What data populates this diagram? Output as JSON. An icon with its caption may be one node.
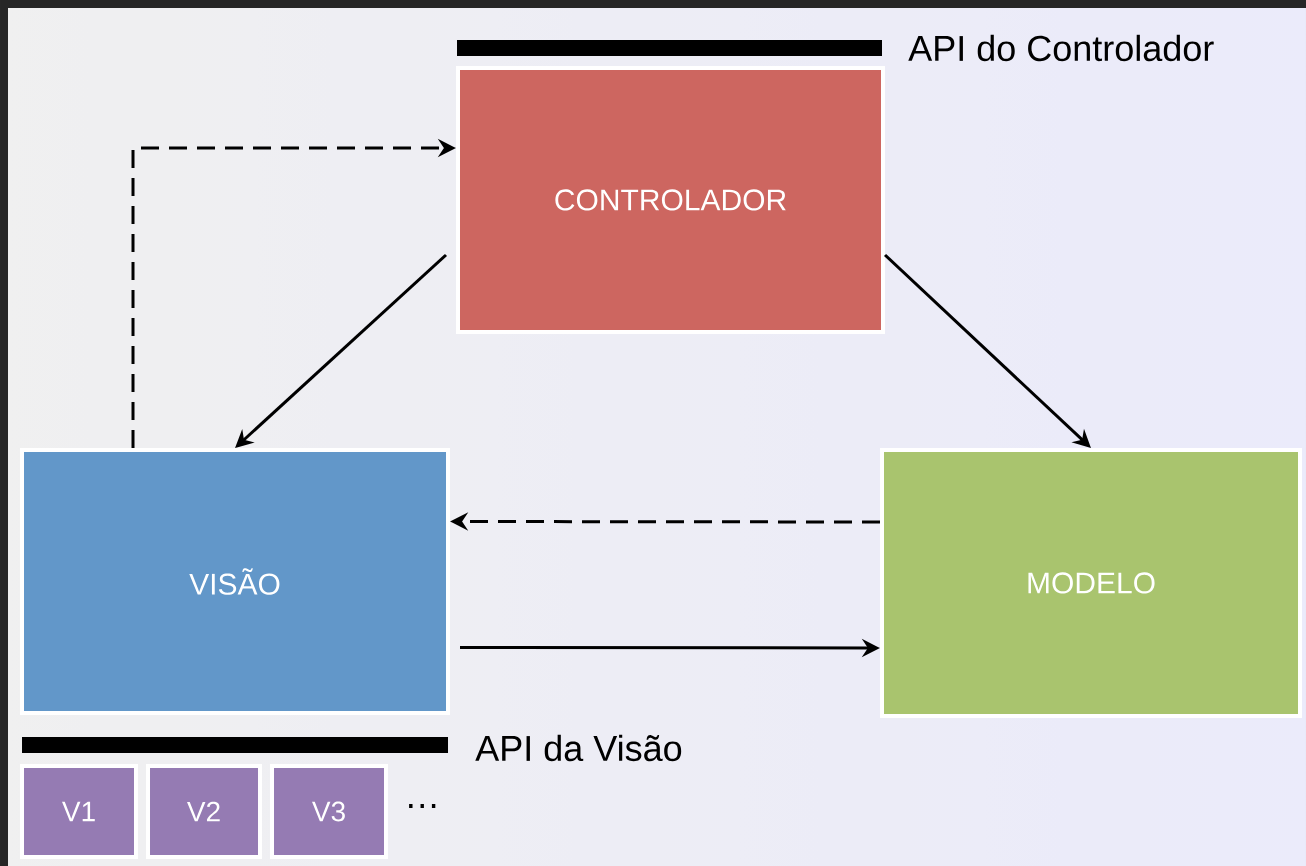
{
  "diagram": {
    "nodes": [
      {
        "text": [
          "CONTROLADOR"
        ]
      },
      {
        "text": [
          "VISÃO"
        ]
      },
      {
        "text": [
          "MODELO"
        ]
      },
      {
        "text": [
          "V1"
        ]
      },
      {
        "text": [
          "V2"
        ]
      },
      {
        "text": [
          "V3"
        ]
      },
      {
        "text": [],
        "shape": "bar",
        "beside": [
          "API do Controlador"
        ]
      },
      {
        "text": [],
        "shape": "bar",
        "beside": [
          "API da Visão"
        ]
      }
    ],
    "edges": [
      {
        "from": 0,
        "to": 1,
        "arrow": "to"
      },
      {
        "from": 0,
        "to": 2,
        "arrow": "to"
      },
      {
        "from": 2,
        "to": 1,
        "arrow": "to",
        "style": "dashed"
      },
      {
        "from": 1,
        "to": 2,
        "arrow": "to"
      },
      {
        "from": 1,
        "to": 0,
        "arrow": "to",
        "style": "dashed"
      }
    ],
    "labels": [
      "…"
    ]
  }
}
